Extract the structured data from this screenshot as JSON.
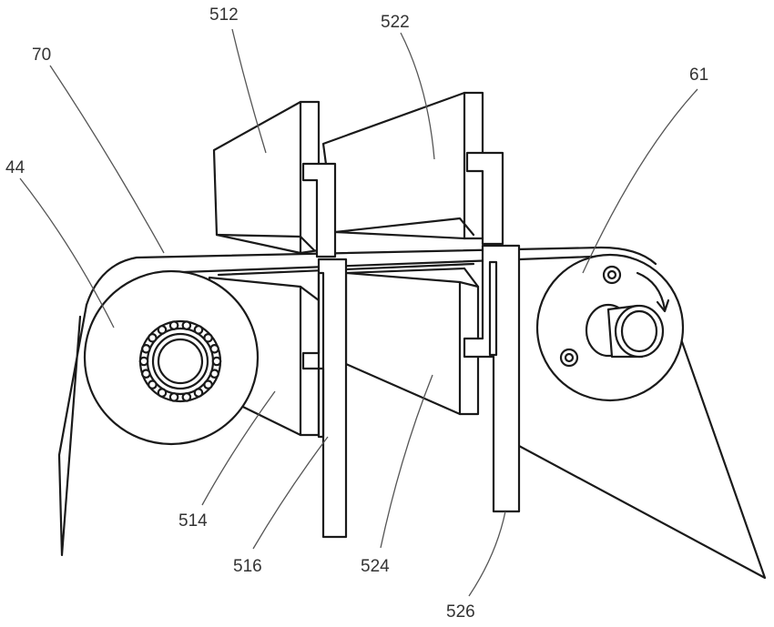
{
  "figure": {
    "labels": {
      "l512": "512",
      "l522": "522",
      "l70": "70",
      "l61": "61",
      "l44": "44",
      "l514": "514",
      "l516": "516",
      "l524": "524",
      "l526": "526"
    },
    "colors": {
      "line": "#1a1a1a",
      "leader": "#555555",
      "background": "#ffffff"
    }
  }
}
